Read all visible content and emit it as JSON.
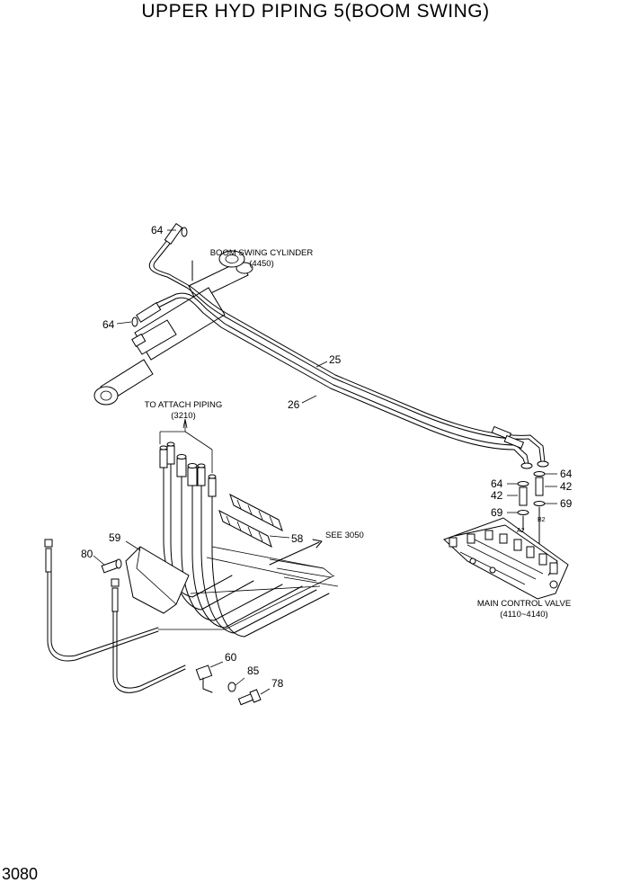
{
  "title": "UPPER HYD PIPING 5(BOOM SWING)",
  "page_number": "3080",
  "labels": {
    "boom_swing_cylinder": "BOOM SWING CYLINDER",
    "boom_swing_cylinder_ref": "(4450)",
    "to_attach_piping": "TO ATTACH PIPING",
    "to_attach_piping_ref": "(3210)",
    "see_ref": "SEE 3050",
    "main_control_valve": "MAIN CONTROL VALVE",
    "main_control_valve_ref": "(4110~4140)",
    "port_a2": "A2",
    "port_b2": "B2"
  },
  "callouts": {
    "c64_top": "64",
    "c64_cyl": "64",
    "c25": "25",
    "c26": "26",
    "c64_valve_left": "64",
    "c42_left": "42",
    "c69_left": "69",
    "c64_valve_right": "64",
    "c42_right": "42",
    "c69_right": "69",
    "c59": "59",
    "c80": "80",
    "c58": "58",
    "c60": "60",
    "c85": "85",
    "c78": "78"
  }
}
